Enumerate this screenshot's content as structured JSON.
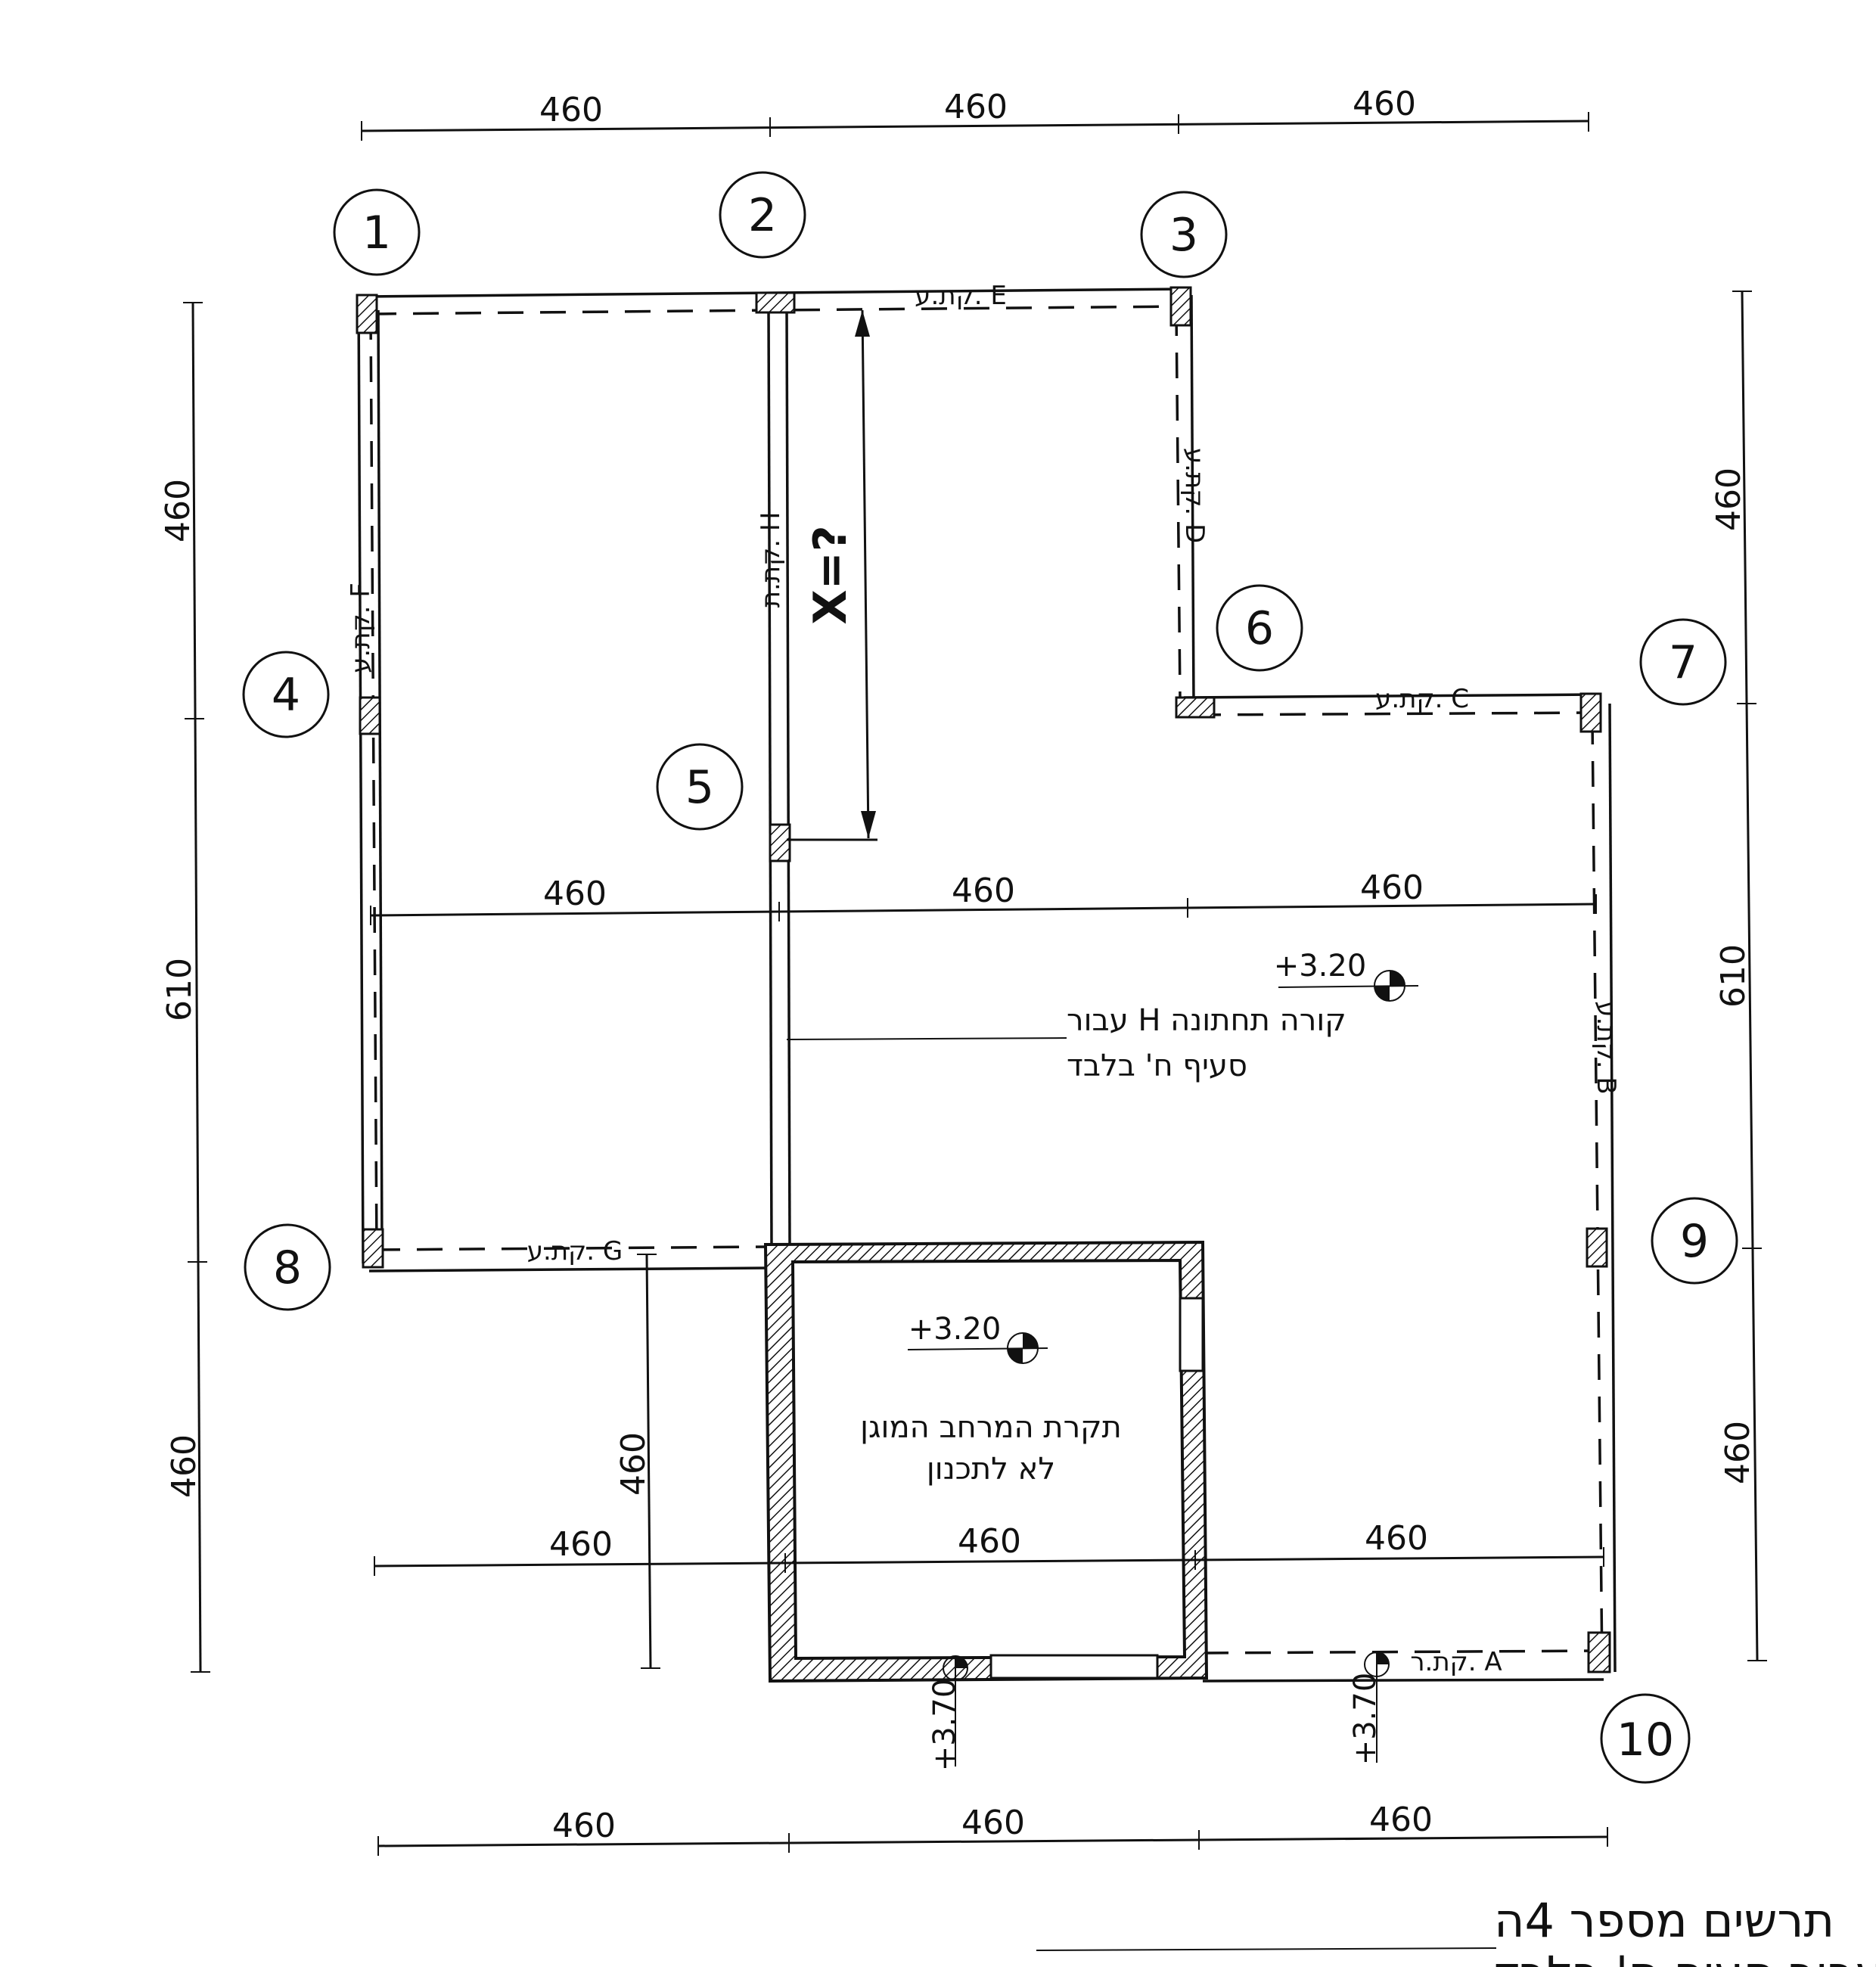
{
  "drawing": {
    "bubbles": [
      "1",
      "2",
      "3",
      "4",
      "5",
      "6",
      "7",
      "8",
      "9",
      "10"
    ],
    "top_dims": [
      "460",
      "460",
      "460"
    ],
    "mid_dims": [
      "460",
      "460",
      "460"
    ],
    "low_dims": [
      "460",
      "460",
      "460"
    ],
    "bottom_dims": [
      "460",
      "460",
      "460"
    ],
    "left_dims": [
      "460",
      "610",
      "460"
    ],
    "right_dims": [
      "460",
      "610",
      "460"
    ],
    "shelter_dim": "460",
    "unknown": "X=?",
    "levels": {
      "top_right": "+3.20",
      "shelter": "+3.20",
      "bottom_left": "+3.70",
      "bottom_right": "+3.70"
    },
    "beams": {
      "A": "קת.ר. A",
      "B": "קת.ע. B",
      "C": "קת.ע. C",
      "D": "קת.ע. D",
      "E": "קת.ע. E",
      "F": "קת.ע. F",
      "G": "קת.ע. G",
      "H": "קת.ת. H"
    },
    "note_beam_h": [
      "קורה  תחתונה H עבור",
      "סעיף ח' בלבד"
    ],
    "note_shelter": [
      "תקרת המרחב המוגן",
      "לא לתכנון"
    ],
    "title": [
      "תרשים מספר 4ה",
      "עבור סעיף ס' בלבד"
    ]
  }
}
